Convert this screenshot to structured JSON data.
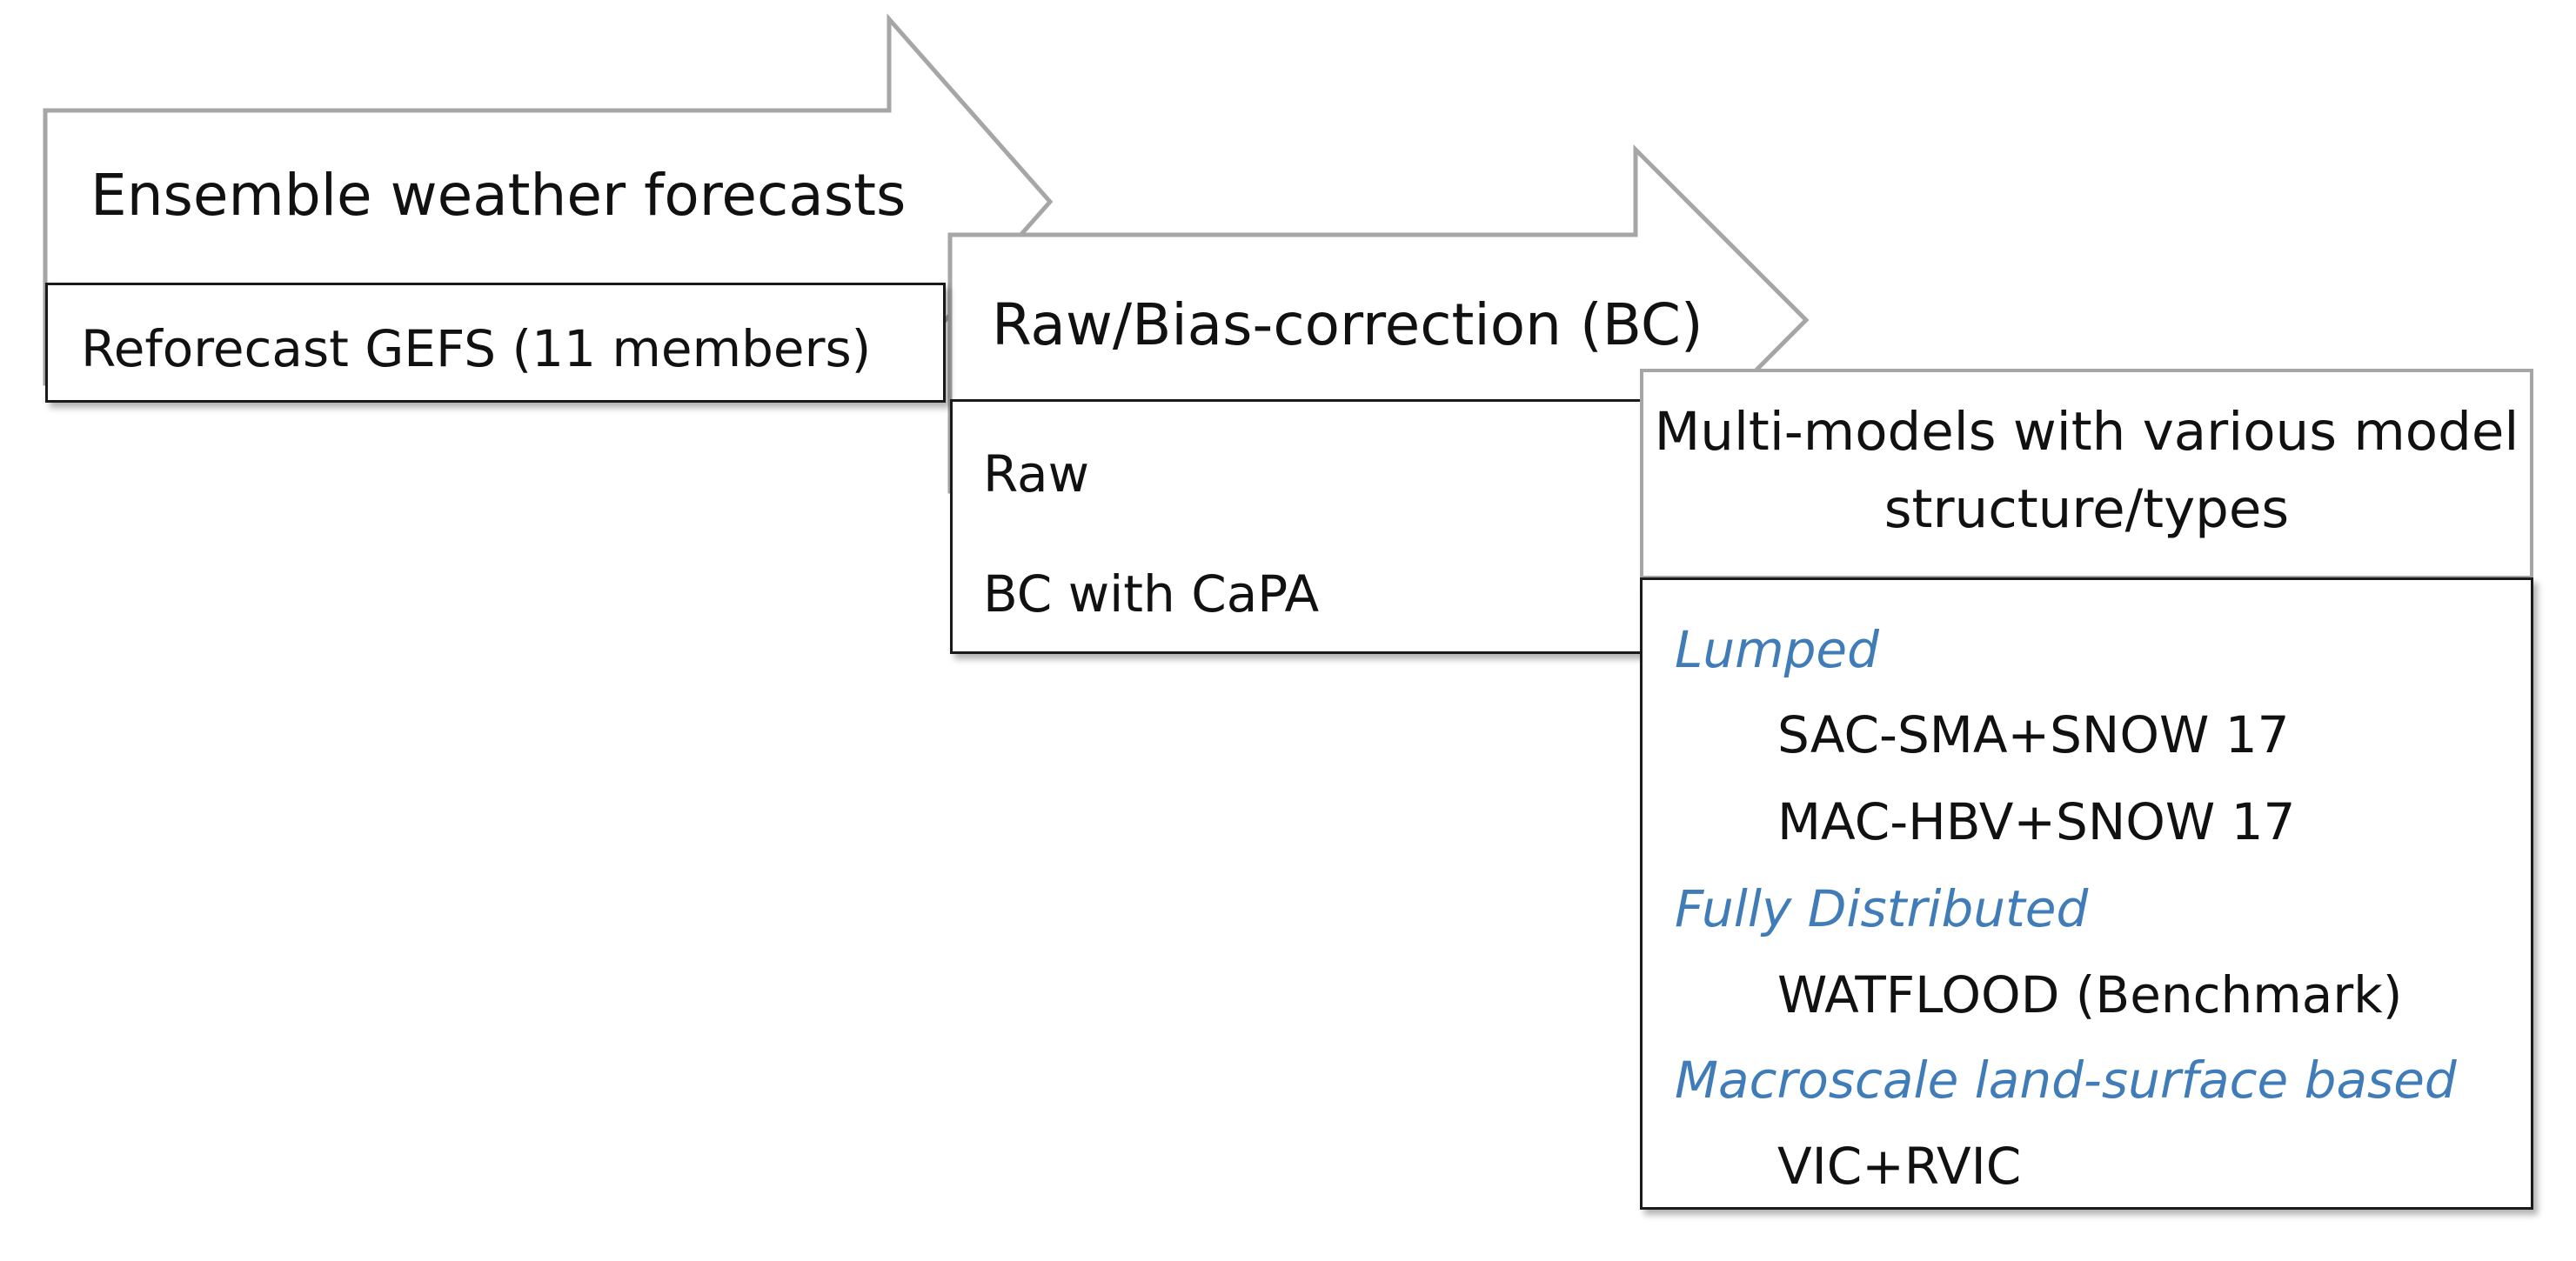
{
  "colors": {
    "category_text": "#3f7cb8",
    "body_text": "#111111",
    "arrow_outline": "#a6a6a6",
    "box_border": "#1a1a1a"
  },
  "stage1": {
    "title": "Ensemble weather forecasts",
    "items": [
      "Reforecast GEFS (11 members)"
    ]
  },
  "stage2": {
    "title": "Raw/Bias-correction (BC)",
    "items": [
      "Raw",
      "BC with CaPA"
    ]
  },
  "stage3": {
    "title_line1": "Multi-models with various model",
    "title_line2": "structure/types",
    "categories": [
      {
        "name": "Lumped",
        "models": [
          "SAC-SMA+SNOW 17",
          "MAC-HBV+SNOW 17"
        ]
      },
      {
        "name": "Fully Distributed",
        "models": [
          "WATFLOOD (Benchmark)"
        ]
      },
      {
        "name": "Macroscale land-surface based",
        "models": [
          "VIC+RVIC"
        ]
      }
    ]
  }
}
